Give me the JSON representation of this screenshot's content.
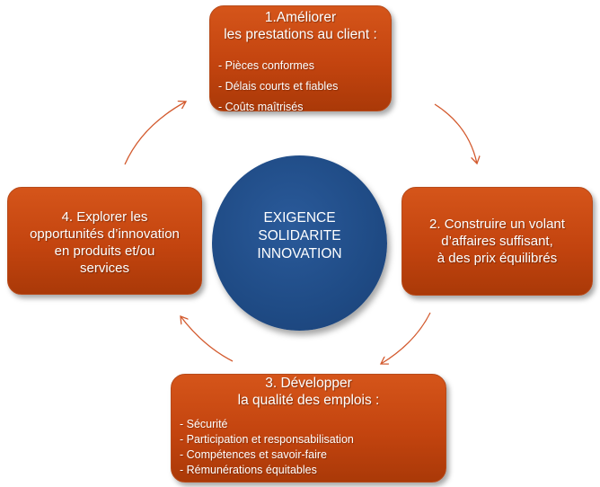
{
  "center": {
    "lines": [
      "EXIGENCE",
      "SOLIDARITE",
      "INNOVATION"
    ]
  },
  "box1": {
    "title": [
      "1.Améliorer",
      "les prestations au client :"
    ],
    "bullets": [
      "Pièces conformes",
      "Délais courts et fiables",
      "Coûts maîtrisés"
    ]
  },
  "box2": {
    "title": [
      "2. Construire un volant",
      "d’affaires suffisant,",
      "à des prix équilibrés"
    ]
  },
  "box3": {
    "title": [
      "3. Développer",
      "la qualité des emplois :"
    ],
    "bullets": [
      "Sécurité",
      "Participation et responsabilisation",
      "Compétences et savoir-faire",
      "Rémunérations équitables"
    ]
  },
  "box4": {
    "title": [
      "4. Explorer les",
      "opportunités d’innovation",
      "en produits et/ou",
      "services"
    ]
  },
  "colors": {
    "box_fill": "#c94a12",
    "circle_fill": "#1f4b85",
    "arrow": "#d35a2e"
  }
}
